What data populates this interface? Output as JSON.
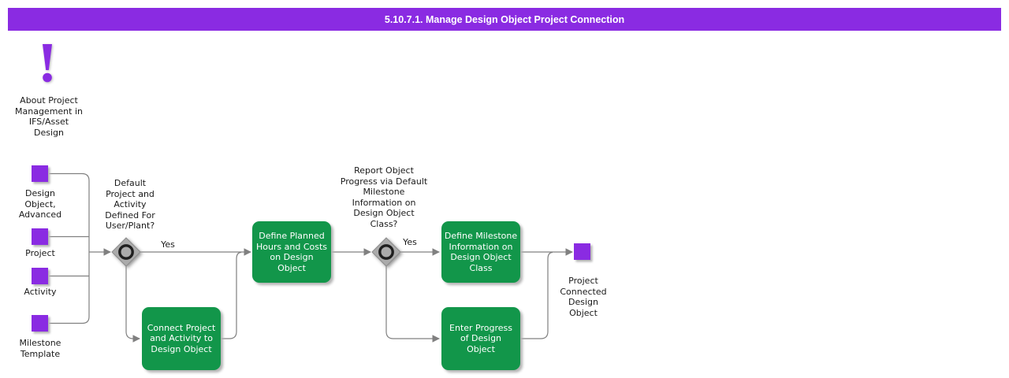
{
  "title_bar": {
    "title": "5.10.7.1. Manage Design Object Project Connection"
  },
  "colors": {
    "accent_purple": "#8A2BE2",
    "process_green": "#12964A",
    "connector_gray": "#808080",
    "gateway_gray": "#ABABAB",
    "title_text": "#FFFFFF"
  },
  "about": {
    "note": "About Project\nManagement in\nIFS/Asset\nDesign"
  },
  "inputs": [
    {
      "label": "Design\nObject,\nAdvanced"
    },
    {
      "label": "Project"
    },
    {
      "label": "Activity"
    },
    {
      "label": "Milestone\nTemplate"
    }
  ],
  "decisions": [
    {
      "question": "Default\nProject and\nActivity\nDefined For\nUser/Plant?",
      "yes_label": "Yes"
    },
    {
      "question": "Report Object\nProgress via Default\nMilestone\nInformation on\nDesign Object\nClass?",
      "yes_label": "Yes"
    }
  ],
  "processes": [
    {
      "label": "Define Planned\nHours and Costs\non Design\nObject"
    },
    {
      "label": "Define Milestone\nInformation on\nDesign Object\nClass"
    },
    {
      "label": "Connect Project\nand Activity to\nDesign Object"
    },
    {
      "label": "Enter Progress\nof Design\nObject"
    }
  ],
  "output": {
    "label": "Project\nConnected\nDesign\nObject"
  }
}
